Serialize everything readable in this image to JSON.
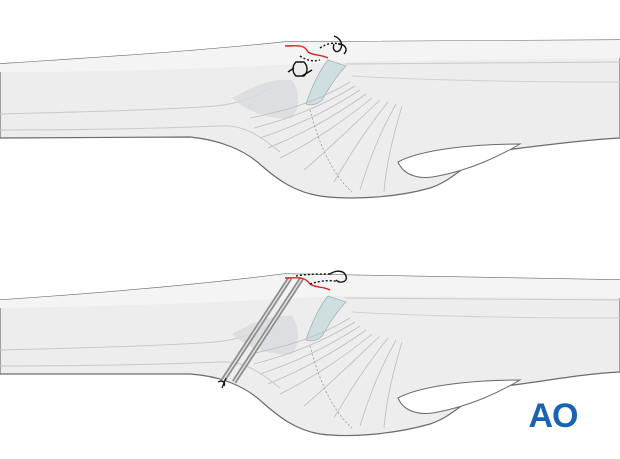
{
  "logo": {
    "text": "AO",
    "color": "#1a63b4"
  },
  "colors": {
    "skin_outline": "#6b6b6b",
    "tissue_fill": "#ededed",
    "tissue_shadow": "#d7dadd",
    "cartilage_fill": "#cfdfe1",
    "fracture_line": "#e02020",
    "suture": "#111111",
    "k_wire": "#8f8f8f"
  },
  "panels": [
    {
      "id": "top",
      "illustrates": [
        "suture"
      ]
    },
    {
      "id": "bottom",
      "illustrates": [
        "suture",
        "k-wires"
      ]
    }
  ]
}
